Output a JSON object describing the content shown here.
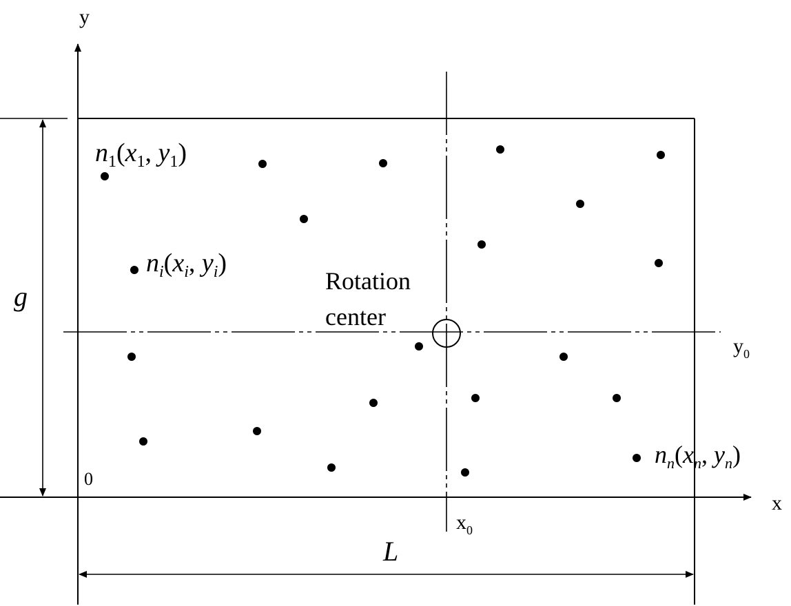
{
  "axes": {
    "x_label": "x",
    "y_label": "y",
    "origin_label": "0"
  },
  "center_axes": {
    "x0_base": "x",
    "x0_sub": "0",
    "y0_base": "y",
    "y0_sub": "0"
  },
  "dimensions": {
    "height_label": "g",
    "length_label": "L"
  },
  "rotation_center": {
    "line1": "Rotation",
    "line2": "center"
  },
  "point_labels": {
    "first": {
      "n": "n",
      "sub": "1",
      "x": "x",
      "y": "y",
      "open": "(",
      "comma": ", ",
      "close": ")"
    },
    "ith": {
      "n": "n",
      "sub": "i",
      "x": "x",
      "y": "y",
      "open": "(",
      "comma": ", ",
      "close": ")"
    },
    "last": {
      "n": "n",
      "sub": "n",
      "x": "x",
      "y": "y",
      "open": "(",
      "comma": ", ",
      "close": ")"
    }
  }
}
